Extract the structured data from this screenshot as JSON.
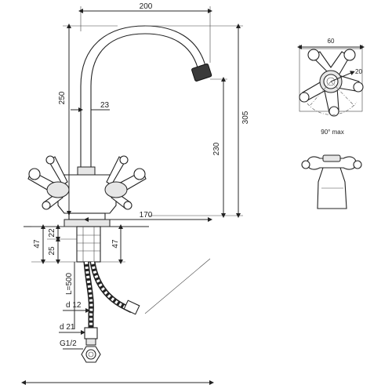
{
  "dimensions": {
    "width_200": "200",
    "height_250": "250",
    "spout_d_23": "23",
    "height_305": "305",
    "height_230": "230",
    "reach_170": "170",
    "base_47_left": "47",
    "base_22": "22",
    "base_25": "25",
    "base_47_right": "47",
    "hose_length": "L=500",
    "d12": "d 12",
    "d21": "d 21",
    "thread": "G1/2"
  },
  "detail": {
    "handle_width": "60",
    "radius_20": "20",
    "rotation": "90° max"
  }
}
